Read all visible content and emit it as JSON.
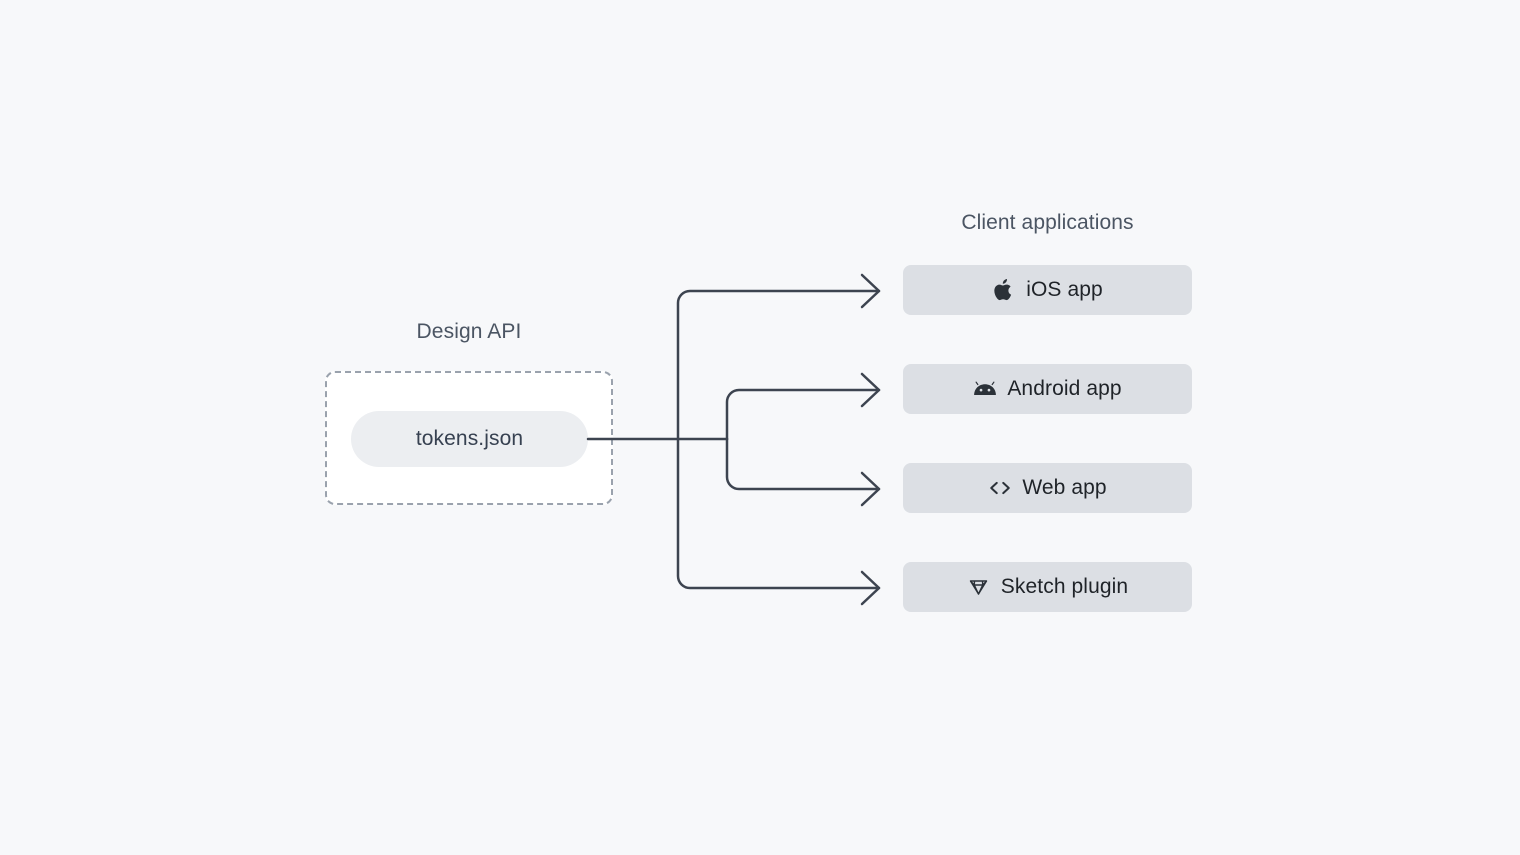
{
  "background_color": "#f7f8fa",
  "source": {
    "label": "Design API",
    "node_label": "tokens.json",
    "node_fill": "#eceef1",
    "box_border_style": "dashed",
    "box_border_color": "#9aa2ad",
    "box_fill": "#ffffff"
  },
  "clients": {
    "label": "Client applications",
    "box_fill": "#dcdfe4",
    "text_color": "#1f2328",
    "items": [
      {
        "label": "iOS app",
        "icon": "apple-icon"
      },
      {
        "label": "Android app",
        "icon": "android-icon"
      },
      {
        "label": "Web app",
        "icon": "code-brackets-icon"
      },
      {
        "label": "Sketch plugin",
        "icon": "diamond-gem-icon"
      }
    ]
  },
  "connectors": {
    "stroke_color": "#3d4450",
    "stroke_width": 2.5,
    "arrow_count": 4,
    "description": "tokens.json fans out to four client application targets"
  }
}
